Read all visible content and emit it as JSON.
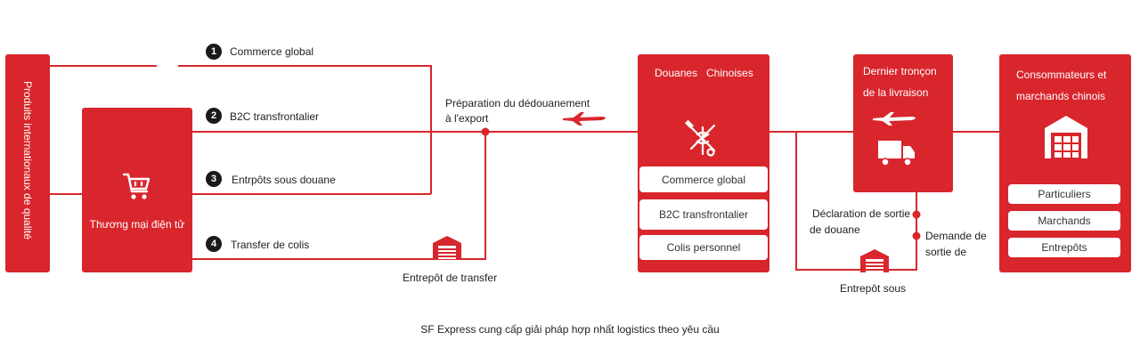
{
  "origin": {
    "label": "Produits internationaux de qualité"
  },
  "ecommerce": {
    "label": "Thương mại điện tử",
    "icon": "shopping-cart-icon"
  },
  "channels": [
    {
      "number": "1",
      "label": "Commerce global"
    },
    {
      "number": "2",
      "label": "B2C transfrontalier"
    },
    {
      "number": "3",
      "label": "Entrpôts sous douane"
    },
    {
      "number": "4",
      "label": "Transfer de colis"
    }
  ],
  "export_clearance": {
    "line1": "Préparation du dédouanement",
    "line2": "à l'export",
    "icon": "airplane-icon"
  },
  "transfer_warehouse": {
    "label": "Entrepôt de transfer",
    "icon": "warehouse-icon"
  },
  "customs": {
    "title_a": "Douanes",
    "title_b": "Chinoises",
    "icon": "customs-emblem-icon",
    "items": [
      "Commerce global",
      "B2C transfrontalier",
      "Colis personnel"
    ]
  },
  "last_mile": {
    "line1": "Dernier tronçon",
    "line2": "de la livraison",
    "icons": [
      "airplane-icon",
      "truck-icon"
    ]
  },
  "customs_exit": {
    "line1": "Déclaration de sortie",
    "line2": "de douane"
  },
  "exit_request": {
    "line1": "Demande de",
    "line2": "sortie de"
  },
  "bonded_warehouse": {
    "label": "Entrepôt sous",
    "icon": "warehouse-icon"
  },
  "consumers": {
    "line1": "Consommateurs et",
    "line2": "marchands chinois",
    "icon": "warehouse-goods-icon",
    "items": [
      "Particuliers",
      "Marchands",
      "Entrepôts"
    ]
  },
  "caption": "SF Express cung cấp giải pháp hợp nhất logistics theo yêu cầu",
  "colors": {
    "accent": "#d8262c",
    "number_badge": "#1a1a1a"
  }
}
